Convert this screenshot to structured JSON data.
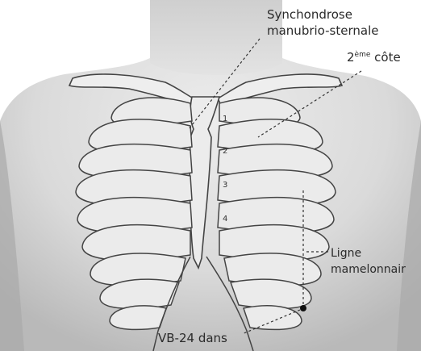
{
  "labels": {
    "symphysis_line1": "Synchondrose",
    "symphysis_line2": "manubrio-sternale",
    "rib2_main": "2",
    "rib2_sup": "ème",
    "rib2_rest": " côte",
    "mid_line1": "Ligne",
    "mid_line2": "mamelonnair",
    "point": "VB-24 dans"
  },
  "rib_numbers": [
    "1",
    "2",
    "3",
    "4"
  ],
  "colors": {
    "background": "#ffffff",
    "skin_light": "#e9e9e9",
    "skin_mid": "#d2d2d2",
    "skin_dark": "#9c9c9c",
    "outline": "#444444",
    "label_text": "#2a2a2a"
  }
}
